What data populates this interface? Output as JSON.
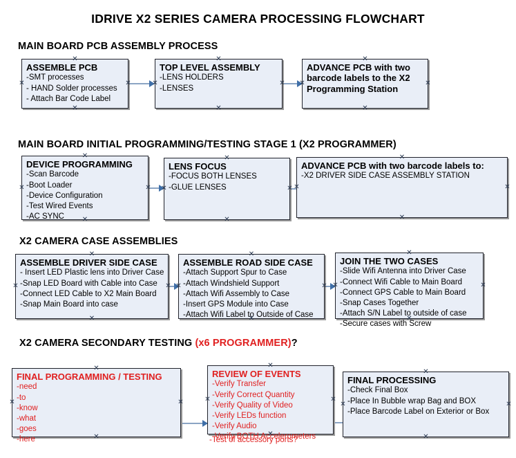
{
  "title": "IDRIVE X2  SERIES CAMERA PROCESSING FLOWCHART",
  "colors": {
    "node_fill": "#e9eef7",
    "node_border": "#20222b",
    "connector": "#8ba4c4",
    "arrow": "#3f6fa8",
    "accent_red": "#e02020"
  },
  "sections": [
    {
      "heading": "MAIN BOARD PCB ASSEMBLY PROCESS",
      "heading_accent": "",
      "heading_tail": ""
    },
    {
      "heading": "MAIN BOARD INITIAL PROGRAMMING/TESTING STAGE 1 (X2 PROGRAMMER)",
      "heading_accent": "",
      "heading_tail": ""
    },
    {
      "heading": "X2 CAMERA CASE ASSEMBLIES",
      "heading_accent": "",
      "heading_tail": ""
    },
    {
      "heading": "X2 CAMERA SECONDARY TESTING ",
      "heading_accent": "(x6 PROGRAMMER)",
      "heading_tail": "?"
    }
  ],
  "nodes": {
    "assemble_pcb": {
      "title": "ASSEMBLE PCB",
      "items": [
        "-SMT processes",
        "- HAND Solder processes",
        "- Attach Bar Code Label"
      ]
    },
    "top_level_assembly": {
      "title": "TOP LEVEL ASSEMBLY",
      "items": [
        "-LENS HOLDERS",
        "-LENSES"
      ]
    },
    "advance_pcb_1": {
      "title": "ADVANCE PCB with two barcode labels to the  X2 Programming Station",
      "items": []
    },
    "device_programming": {
      "title": "DEVICE PROGRAMMING",
      "items": [
        "-Scan Barcode",
        "-Boot Loader",
        "-Device Configuration",
        "-Test Wired Events",
        "-AC SYNC"
      ]
    },
    "lens_focus": {
      "title": "LENS FOCUS",
      "items": [
        "-FOCUS BOTH LENSES",
        "-GLUE LENSES"
      ]
    },
    "advance_pcb_2": {
      "title": "ADVANCE PCB with two barcode labels to:",
      "items": [
        "-X2 DRIVER  SIDE  CASE  ASSEMBLY STATION"
      ]
    },
    "assemble_driver_side_case": {
      "title": "ASSEMBLE DRIVER SIDE CASE",
      "items": [
        "- Insert LED Plastic lens into Driver Case",
        "-Snap LED Board with Cable into Case",
        "-Connect LED Cable to X2 Main Board",
        "-Snap Main Board into case"
      ]
    },
    "assemble_road_side_case": {
      "title": "ASSEMBLE ROAD SIDE CASE",
      "items": [
        "-Attach Support Spur to Case",
        "-Attach Windshield Support",
        "-Attach Wifi Assembly to Case",
        "-Insert GPS Module into Case",
        "-Attach Wifi Label to Outside of Case"
      ]
    },
    "join_the_two_cases": {
      "title": "JOIN THE TWO CASES",
      "items": [
        "-Slide Wifi Antenna into Driver Case",
        "-Connect Wifi Cable to Main Board",
        "-Connect GPS Cable to Main Board",
        "-Snap Cases Together",
        "-Attach S/N Label to outside of case",
        "-Secure cases with Screw"
      ]
    },
    "final_programming_testing": {
      "title": "FINAL PROGRAMMING / TESTING",
      "items": [
        "-need",
        "-to",
        "-know",
        "-what",
        "-goes",
        "-here"
      ]
    },
    "review_of_events": {
      "title": "REVIEW OF EVENTS",
      "items": [
        "-Verify Transfer",
        "-Verify Correct Quantity",
        "-Verify Quality of Video",
        "-Verify LEDs function",
        "-Verify Audio",
        "-Verify BOTH Accelerometers"
      ],
      "overflow_item": "-Test of accessory ports?"
    },
    "final_processing": {
      "title": "FINAL PROCESSING",
      "items": [
        " -Check Final Box",
        "-Place In Bubble wrap Bag and BOX",
        "-Place Barcode Label on Exterior or Box"
      ]
    }
  }
}
